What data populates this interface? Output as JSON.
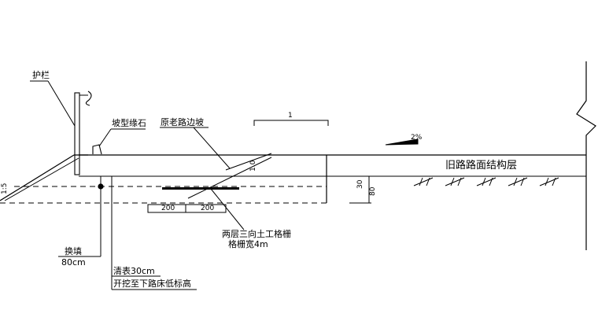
{
  "labels": {
    "guardrail": "护栏",
    "curb_stone": "坡型缘石",
    "old_road_slope": "原老路边坡",
    "old_pavement_structure": "旧路路面结构层",
    "crossfall": "2%",
    "slope_ratio": "1:5",
    "geogrid_line1": "两层三向土工格栅",
    "geogrid_line2": "格栅宽4m",
    "backfill_line1": "换填",
    "backfill_line2": "80cm",
    "clearing_line1": "清表30cm",
    "clearing_line2": "开挖至下路床低标高",
    "step_dim": "1",
    "grid_dim_left": "200",
    "grid_dim_right": "200",
    "slope_small": "1.0",
    "depth_dim_a": "30",
    "depth_dim_b": "80"
  }
}
